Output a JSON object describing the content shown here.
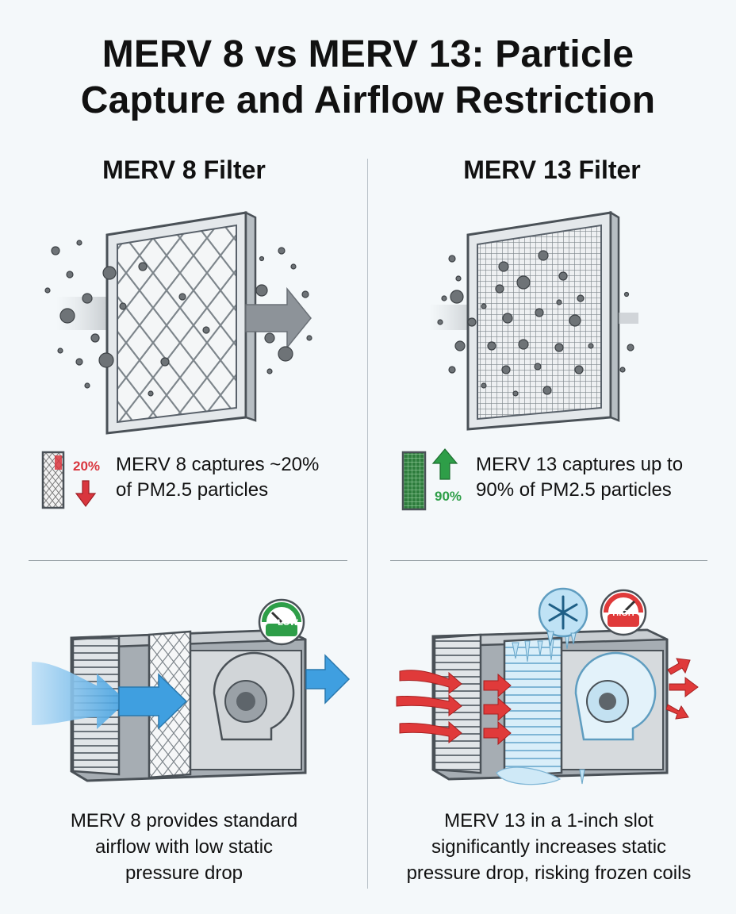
{
  "title_line1": "MERV 8 vs MERV 13: Particle",
  "title_line2": "Capture and Airflow Restriction",
  "left": {
    "heading": "MERV 8 Filter",
    "badge_percent": "20%",
    "stat_line1": "MERV 8 captures ~20%",
    "stat_line2": "of PM2.5 particles",
    "gauge_label": "LOW",
    "caption_line1": "MERV 8 provides standard",
    "caption_line2": "airflow with low static",
    "caption_line3": "pressure drop",
    "capture_fraction": 0.2
  },
  "right": {
    "heading": "MERV 13 Filter",
    "badge_percent": "90%",
    "stat_line1": "MERV 13 captures up to",
    "stat_line2": "90% of PM2.5 particles",
    "gauge_label": "HIGH",
    "caption_line1": "MERV 13 in a 1-inch slot",
    "caption_line2": "significantly increases static",
    "caption_line3": "pressure drop, risking frozen coils",
    "capture_fraction": 0.9
  },
  "colors": {
    "down_red": "#d9363e",
    "up_green": "#2e9e48",
    "air_blue": "#3f9fe0",
    "hot_red": "#e03a3a",
    "ice_blue": "#bfe2f5"
  }
}
